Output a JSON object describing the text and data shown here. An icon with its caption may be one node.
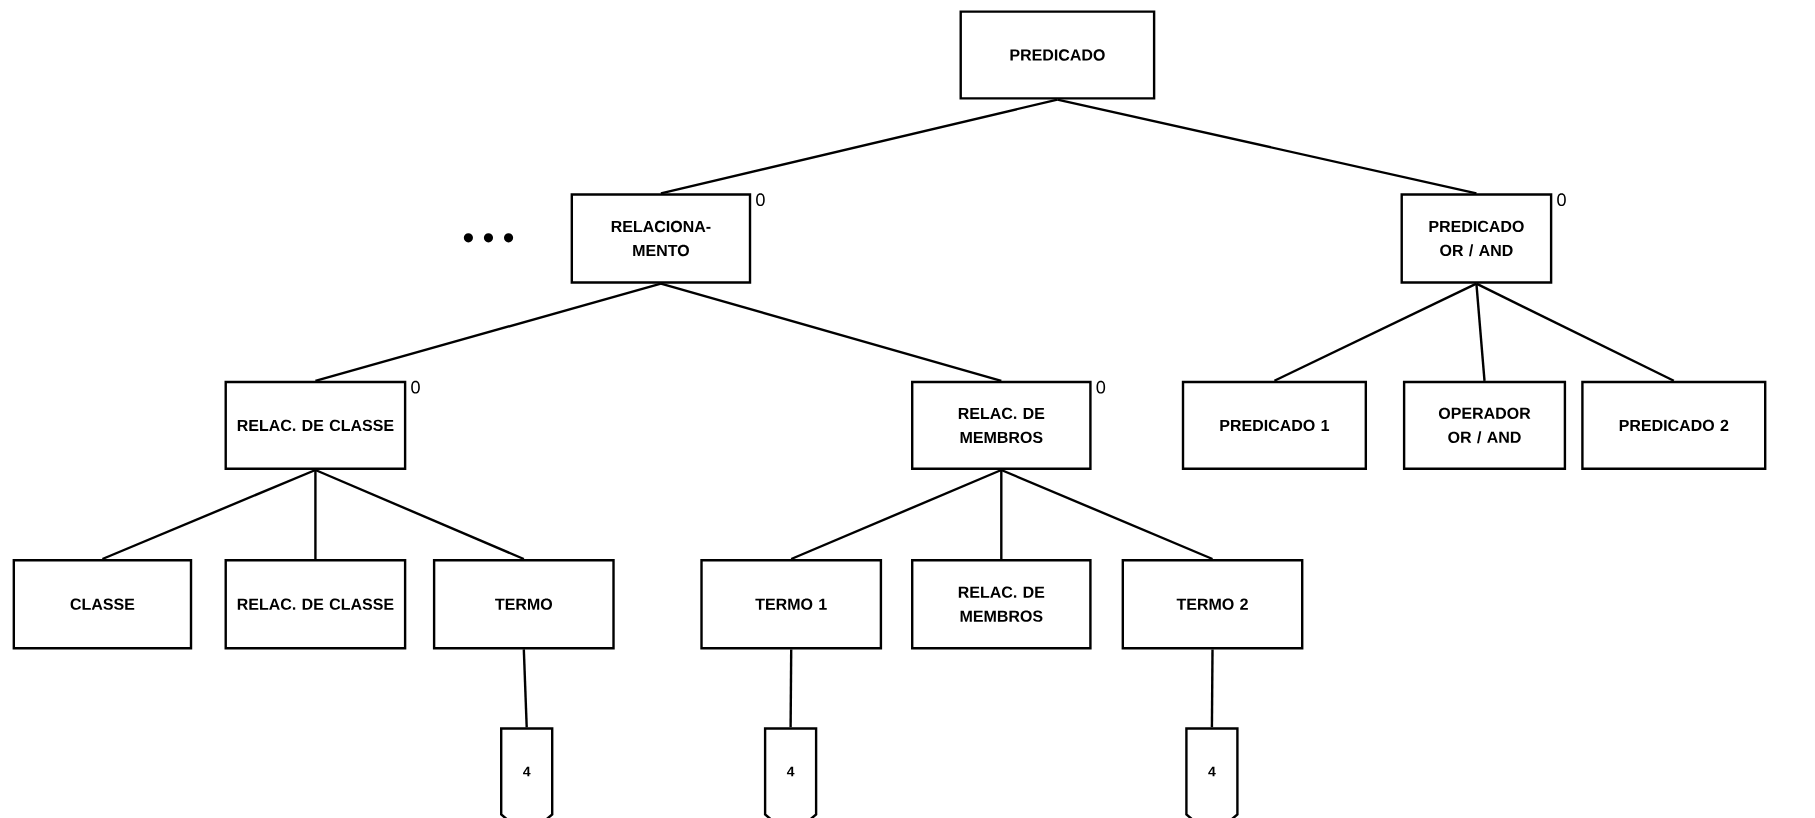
{
  "diagram": {
    "nodes": [
      {
        "text": [
          "PREDICADO"
        ]
      },
      {
        "text": [
          "RELACIONA- MENTO"
        ],
        "beside": [
          "0"
        ]
      },
      {
        "text": [
          "PREDICADO OR / AND"
        ],
        "beside": [
          "0"
        ]
      },
      {
        "text": [
          "RELAC. DE CLASSE"
        ],
        "beside": [
          "0"
        ]
      },
      {
        "text": [
          "RELAC. DE MEMBROS"
        ],
        "beside": [
          "0"
        ]
      },
      {
        "text": [
          "PREDICADO 1"
        ]
      },
      {
        "text": [
          "OPERADOR OR / AND"
        ]
      },
      {
        "text": [
          "PREDICADO 2"
        ]
      },
      {
        "text": [
          "CLASSE"
        ]
      },
      {
        "text": [
          "RELAC. DE CLASSE"
        ]
      },
      {
        "text": [
          "TERMO"
        ]
      },
      {
        "text": [
          "TERMO 1"
        ]
      },
      {
        "text": [
          "RELAC. DE MEMBROS"
        ]
      },
      {
        "text": [
          "TERMO 2"
        ]
      },
      {
        "text": [
          "4"
        ]
      },
      {
        "text": [
          "4"
        ]
      },
      {
        "text": [
          "4"
        ]
      }
    ],
    "edges": [
      {
        "from": 0,
        "to": 1,
        "arrow": "none"
      },
      {
        "from": 0,
        "to": 2,
        "arrow": "none"
      },
      {
        "from": 1,
        "to": 3,
        "arrow": "none"
      },
      {
        "from": 1,
        "to": 4,
        "arrow": "none"
      },
      {
        "from": 2,
        "to": 5,
        "arrow": "none"
      },
      {
        "from": 2,
        "to": 6,
        "arrow": "none"
      },
      {
        "from": 2,
        "to": 7,
        "arrow": "none"
      },
      {
        "from": 3,
        "to": 8,
        "arrow": "none"
      },
      {
        "from": 3,
        "to": 9,
        "arrow": "none"
      },
      {
        "from": 3,
        "to": 10,
        "arrow": "none"
      },
      {
        "from": 4,
        "to": 11,
        "arrow": "none"
      },
      {
        "from": 4,
        "to": 12,
        "arrow": "none"
      },
      {
        "from": 4,
        "to": 13,
        "arrow": "none"
      },
      {
        "from": 10,
        "to": 14,
        "arrow": "none"
      },
      {
        "from": 11,
        "to": 15,
        "arrow": "none"
      },
      {
        "from": 13,
        "to": 16,
        "arrow": "none"
      }
    ],
    "labels": [
      "• • •"
    ]
  }
}
